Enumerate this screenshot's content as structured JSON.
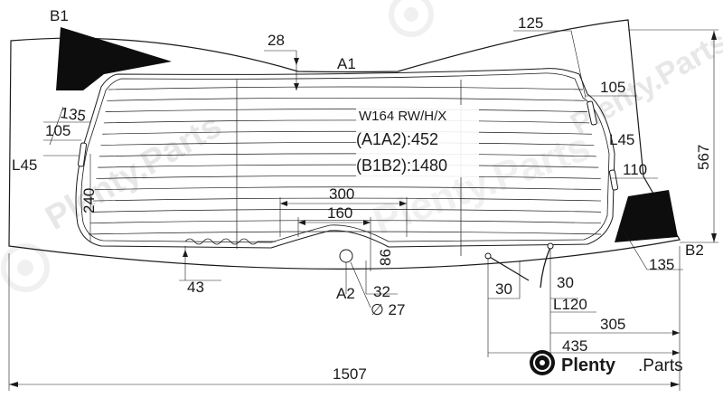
{
  "model": {
    "code": "W164 RW/H/X",
    "a1a2": "(A1A2):452",
    "b1b2": "(B1B2):1480"
  },
  "points": {
    "a1": "A1",
    "a2": "A2",
    "b1": "B1",
    "b2": "B2"
  },
  "dims": {
    "d28": "28",
    "d125": "125",
    "d105_right": "105",
    "d135_left": "135",
    "d105_left": "105",
    "l45_left": "L45",
    "l45_right": "L45",
    "d240": "240",
    "d110": "110",
    "d567": "567",
    "d300": "300",
    "d160": "160",
    "d86": "86",
    "d43": "43",
    "d32": "32",
    "dia27": "∅ 27",
    "d135_right": "135",
    "d30_left": "30",
    "d30_right": "30",
    "l120": "L120",
    "d305": "305",
    "d435": "435",
    "d1507": "1507"
  },
  "watermark": {
    "text": "Plenty.Parts",
    "brand": "Plenty",
    "suffix": ".Parts"
  },
  "colors": {
    "line": "#1a1a1a",
    "print": "#0d0d0d",
    "watermark": "#e7e7e7"
  }
}
